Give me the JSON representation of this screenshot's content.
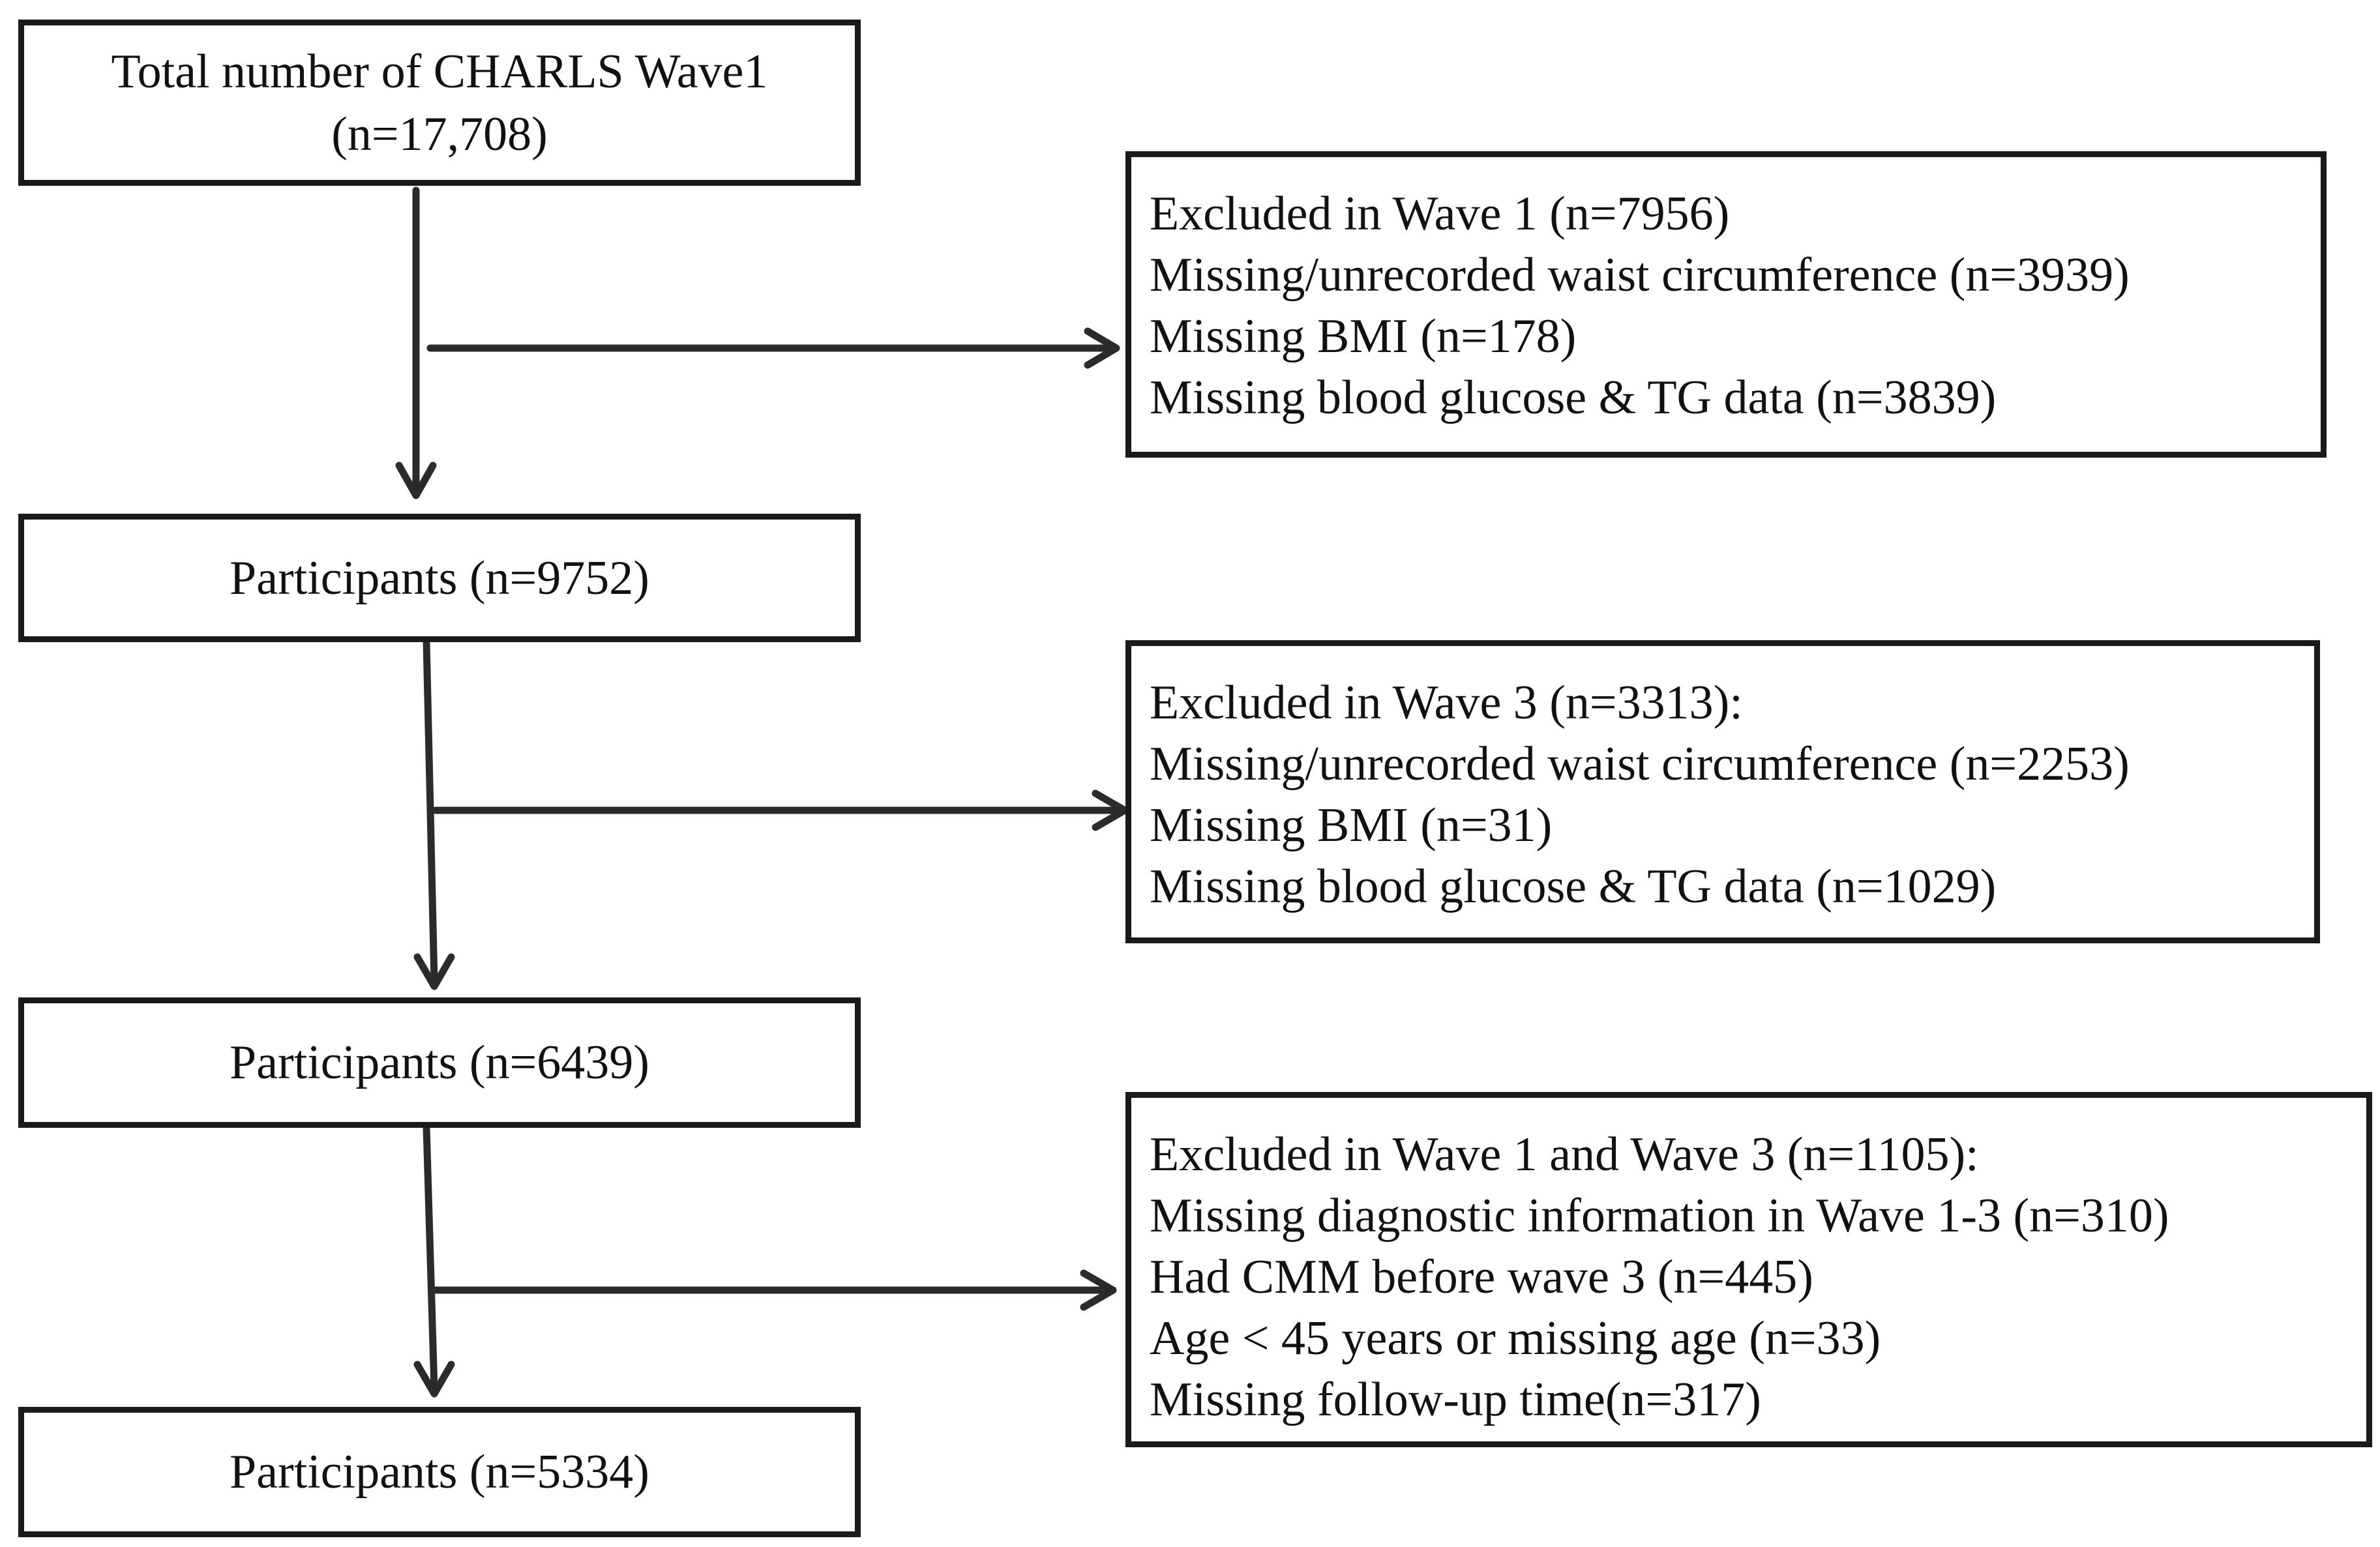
{
  "diagram": {
    "total_box": {
      "line1": "Total number of CHARLS Wave1",
      "line2": "(n=17,708)"
    },
    "participants_1": "Participants (n=9752)",
    "participants_2": "Participants (n=6439)",
    "participants_3": "Participants (n=5334)",
    "exclusion_1": {
      "lines": [
        "Excluded in Wave 1 (n=7956)",
        "Missing/unrecorded waist circumference (n=3939)",
        "Missing BMI (n=178)",
        "Missing blood glucose & TG data (n=3839)"
      ]
    },
    "exclusion_2": {
      "lines": [
        "Excluded in Wave 3 (n=3313):",
        "Missing/unrecorded waist circumference (n=2253)",
        "Missing BMI (n=31)",
        "Missing blood glucose & TG data (n=1029)"
      ]
    },
    "exclusion_3": {
      "lines": [
        "Excluded in Wave 1 and Wave 3 (n=1105):",
        "Missing diagnostic information in Wave 1-3 (n=310)",
        "Had CMM before wave 3 (n=445)",
        "Age < 45 years or missing age (n=33)",
        "Missing follow-up time(n=317)"
      ]
    },
    "colors": {
      "stroke": "#1a1a1a",
      "arrow": "#2b2b2b",
      "background": "#ffffff"
    }
  }
}
